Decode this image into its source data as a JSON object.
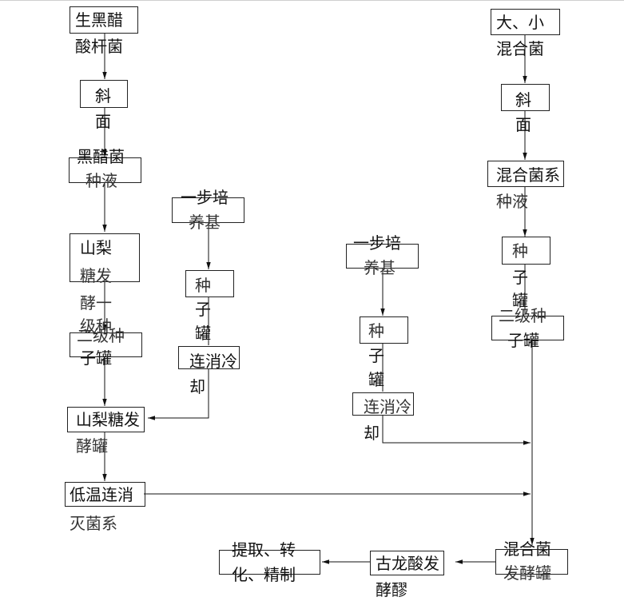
{
  "diagram": {
    "colors": {
      "line": "#111111",
      "box_border": "#222222",
      "background": "#ffffff"
    },
    "nodes": {
      "n1": {
        "line1": "生黑醋",
        "line2": "酸杆菌"
      },
      "n2": {
        "line1": "斜",
        "line2": "面"
      },
      "n3": {
        "line1": "黑醋菌",
        "line2": "种液"
      },
      "n4": {
        "line1": "山梨",
        "line2": "糖发",
        "line3": "酵一",
        "line4": "级种",
        "line5": "二级种",
        "line6": "子罐"
      },
      "n5": {
        "line1": "一步培",
        "line2": "养基"
      },
      "n6": {
        "line1": "种",
        "line2": "子",
        "line3": "罐"
      },
      "n7": {
        "line1": "连消冷",
        "line2": "却"
      },
      "n8": {
        "line1": "山梨糖发",
        "line2": "酵罐"
      },
      "n9": {
        "line1": "低温连消",
        "line2": "灭菌系"
      },
      "n10": {
        "line1": "一步培",
        "line2": "养基"
      },
      "n11": {
        "line1": "种",
        "line2": "子",
        "line3": "罐"
      },
      "n12": {
        "line1": "连消冷",
        "line2": "却"
      },
      "n13": {
        "line1": "大、小",
        "line2": "混合菌"
      },
      "n14": {
        "line1": "斜",
        "line2": "面"
      },
      "n15": {
        "line1": "混合菌系",
        "line2": "种液"
      },
      "n16": {
        "line1": "种",
        "line2": "子",
        "line3": "罐"
      },
      "n17": {
        "line1": "二级种",
        "line2": "子罐"
      },
      "n18": {
        "line1": "混合菌",
        "line2": "发酵罐"
      },
      "n19": {
        "line1": "古龙酸发",
        "line2": "酵醪"
      },
      "n20": {
        "line1": "提取、转",
        "line2": "化、精制"
      }
    },
    "edges": [
      [
        "n1",
        "n2"
      ],
      [
        "n2",
        "n3"
      ],
      [
        "n3",
        "n4"
      ],
      [
        "n4",
        "n8"
      ],
      [
        "n5",
        "n6"
      ],
      [
        "n6",
        "n7"
      ],
      [
        "n7",
        "n8"
      ],
      [
        "n8",
        "n9"
      ],
      [
        "n10",
        "n11"
      ],
      [
        "n11",
        "n12"
      ],
      [
        "n12",
        "n18"
      ],
      [
        "n9",
        "n18"
      ],
      [
        "n13",
        "n14"
      ],
      [
        "n14",
        "n15"
      ],
      [
        "n15",
        "n16"
      ],
      [
        "n16",
        "n17"
      ],
      [
        "n17",
        "n18"
      ],
      [
        "n18",
        "n19"
      ],
      [
        "n19",
        "n20"
      ]
    ]
  }
}
